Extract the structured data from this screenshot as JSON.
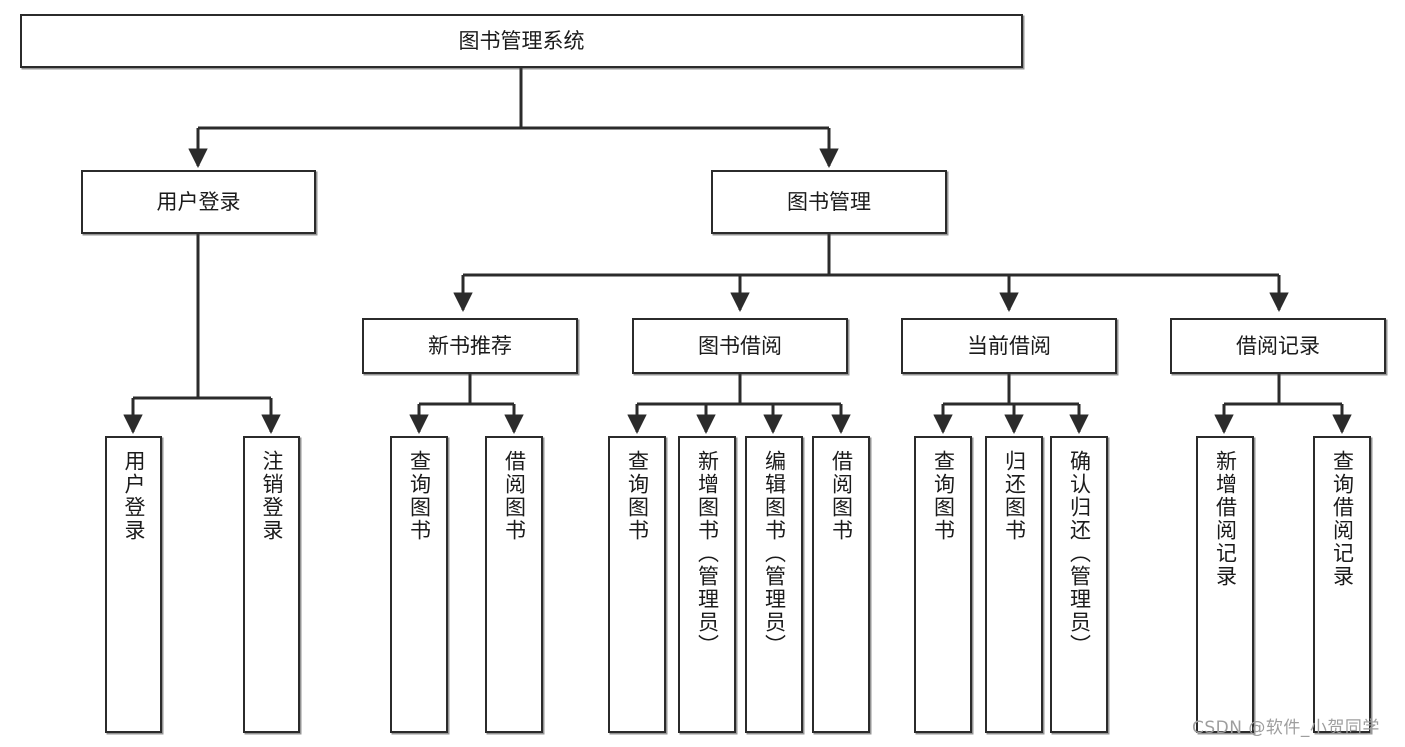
{
  "diagram": {
    "title": "图书管理系统",
    "type": "hierarchy-tree",
    "orientation": "top-down",
    "colors": {
      "stroke": "#2b2b2b",
      "fill": "#ffffff",
      "text": "#1b1b1b",
      "watermark": "#9e9e9e"
    },
    "root": {
      "label": "图书管理系统"
    },
    "level2": [
      {
        "label": "用户登录"
      },
      {
        "label": "图书管理"
      }
    ],
    "level3": [
      {
        "label": "新书推荐"
      },
      {
        "label": "图书借阅"
      },
      {
        "label": "当前借阅"
      },
      {
        "label": "借阅记录"
      }
    ],
    "leaves": {
      "user_login": [
        {
          "label": "用户登录"
        },
        {
          "label": "注销登录"
        }
      ],
      "new_book_recommend": [
        {
          "label": "查询图书"
        },
        {
          "label": "借阅图书"
        }
      ],
      "book_borrow": [
        {
          "label": "查询图书"
        },
        {
          "label": "新增图书（管理员）"
        },
        {
          "label": "编辑图书（管理员）"
        },
        {
          "label": "借阅图书"
        }
      ],
      "current_borrow": [
        {
          "label": "查询图书"
        },
        {
          "label": "归还图书"
        },
        {
          "label": "确认归还（管理员）"
        }
      ],
      "borrow_record": [
        {
          "label": "新增借阅记录"
        },
        {
          "label": "查询借阅记录"
        }
      ]
    }
  },
  "watermark": {
    "text": "CSDN @软件_小贺同学"
  }
}
